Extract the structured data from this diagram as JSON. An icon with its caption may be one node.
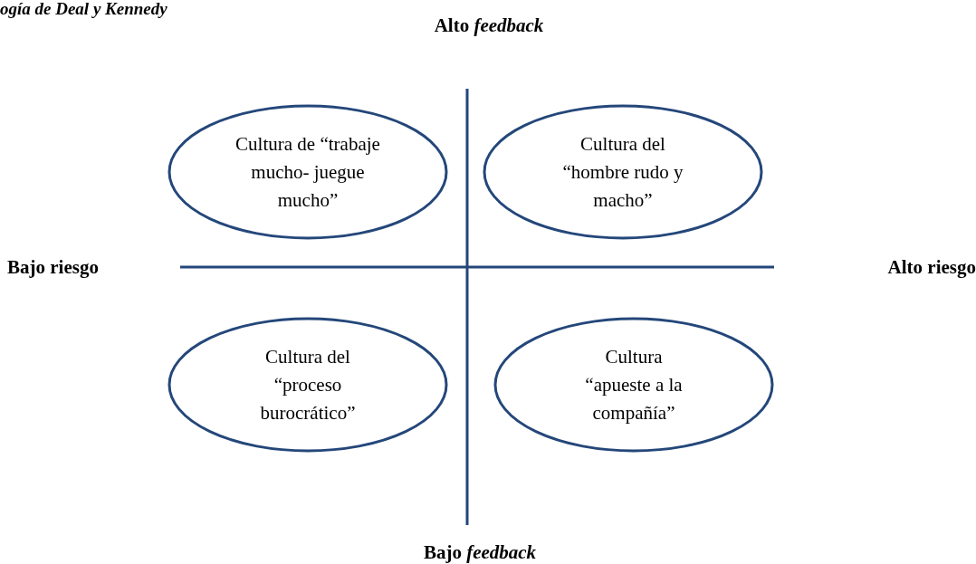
{
  "diagram": {
    "title": "ogía de Deal y Kennedy",
    "nodes": [
      {
        "text": [
          "Cultura de “trabaje mucho- juegue mucho”"
        ]
      },
      {
        "text": [
          "Cultura del “hombre rudo y macho”"
        ]
      },
      {
        "text": [
          "Cultura del “proceso burocrático”"
        ]
      },
      {
        "text": [
          "Cultura “apueste a la compañía”"
        ]
      }
    ],
    "labels": [
      "Alto *feedback*",
      "Bajo riesgo",
      "Alto riesgo",
      "Bajo *feedback*"
    ]
  }
}
